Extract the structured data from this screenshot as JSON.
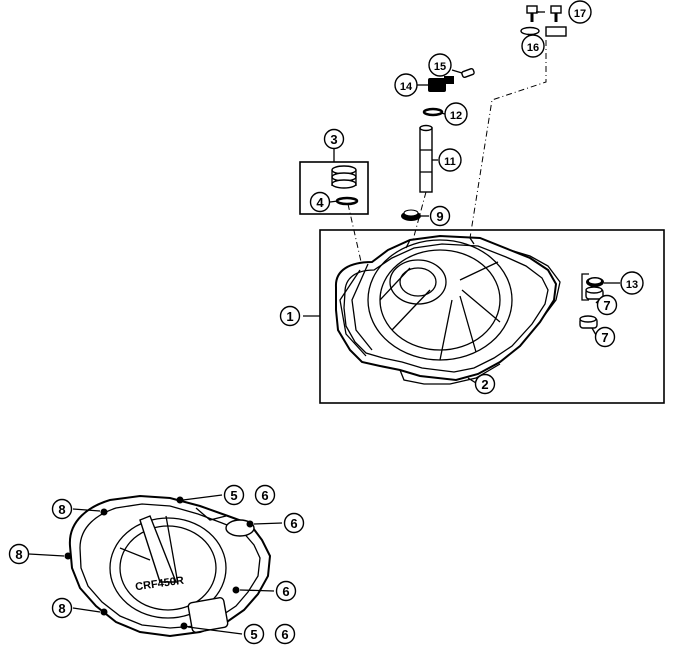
{
  "callouts": {
    "c1": "1",
    "c2": "2",
    "c3": "3",
    "c4": "4",
    "c5a": "5",
    "c6a": "6",
    "c5b": "5",
    "c6b": "6",
    "c6c": "6",
    "c6d": "6",
    "c7a": "7",
    "c7b": "7",
    "c8a": "8",
    "c8b": "8",
    "c8c": "8",
    "c9": "9",
    "c11": "11",
    "c12": "12",
    "c13": "13",
    "c14": "14",
    "c15": "15",
    "c16": "16",
    "c17": "17"
  },
  "cover_logo_text": "CRF450R",
  "colors": {
    "line": "#000000",
    "background": "#ffffff",
    "cover_fill": "#ffffff"
  }
}
